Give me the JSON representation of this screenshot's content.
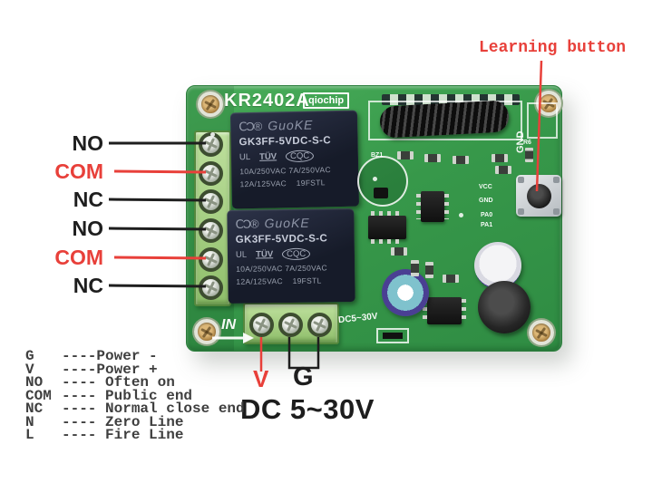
{
  "colors": {
    "annotation-red": "#e8403a",
    "ink": "#1e1e1e",
    "board-green": "#3ba24e",
    "terminal-green": "#a8d286",
    "relay-dark": "#232838"
  },
  "board": {
    "title": "KR2402A",
    "brand_badge": "qiochip",
    "gnd_label": "GND",
    "buzzer_label": "BZ1",
    "r6_label": "R6",
    "dc_silkscreen": "DC5~30V",
    "in_label": "IN",
    "pad_labels": [
      "VCC",
      "GND",
      "PA0",
      "PA1"
    ]
  },
  "relay": {
    "logo": "ⅭƆ®",
    "brand": "GuoKE",
    "model": "GK3FF-5VDC-S-C",
    "certs": {
      "ul": "UL",
      "tuv": "TÜV",
      "cqc": "CQC"
    },
    "rating_line1": "10A/250VAC 7A/250VAC",
    "rating_line2": "12A/125VAC    19FSTL"
  },
  "annotations": {
    "left_labels": [
      {
        "text": "NO"
      },
      {
        "text": "COM"
      },
      {
        "text": "NC"
      },
      {
        "text": "NO"
      },
      {
        "text": "COM"
      },
      {
        "text": "NC"
      }
    ],
    "learning_button_label": "Learning button",
    "power_plus_label": "V",
    "power_minus_label": "G",
    "dc_range_label": "DC 5~30V"
  },
  "legend": {
    "rows": [
      {
        "key": "G",
        "desc": "----Power -"
      },
      {
        "key": "V",
        "desc": "----Power +"
      },
      {
        "key": "NO",
        "desc": "---- Often on"
      },
      {
        "key": "COM",
        "desc": "---- Public end"
      },
      {
        "key": "NC",
        "desc": "---- Normal close end"
      },
      {
        "key": "N",
        "desc": "---- Zero Line"
      },
      {
        "key": "L",
        "desc": "---- Fire Line"
      }
    ]
  }
}
